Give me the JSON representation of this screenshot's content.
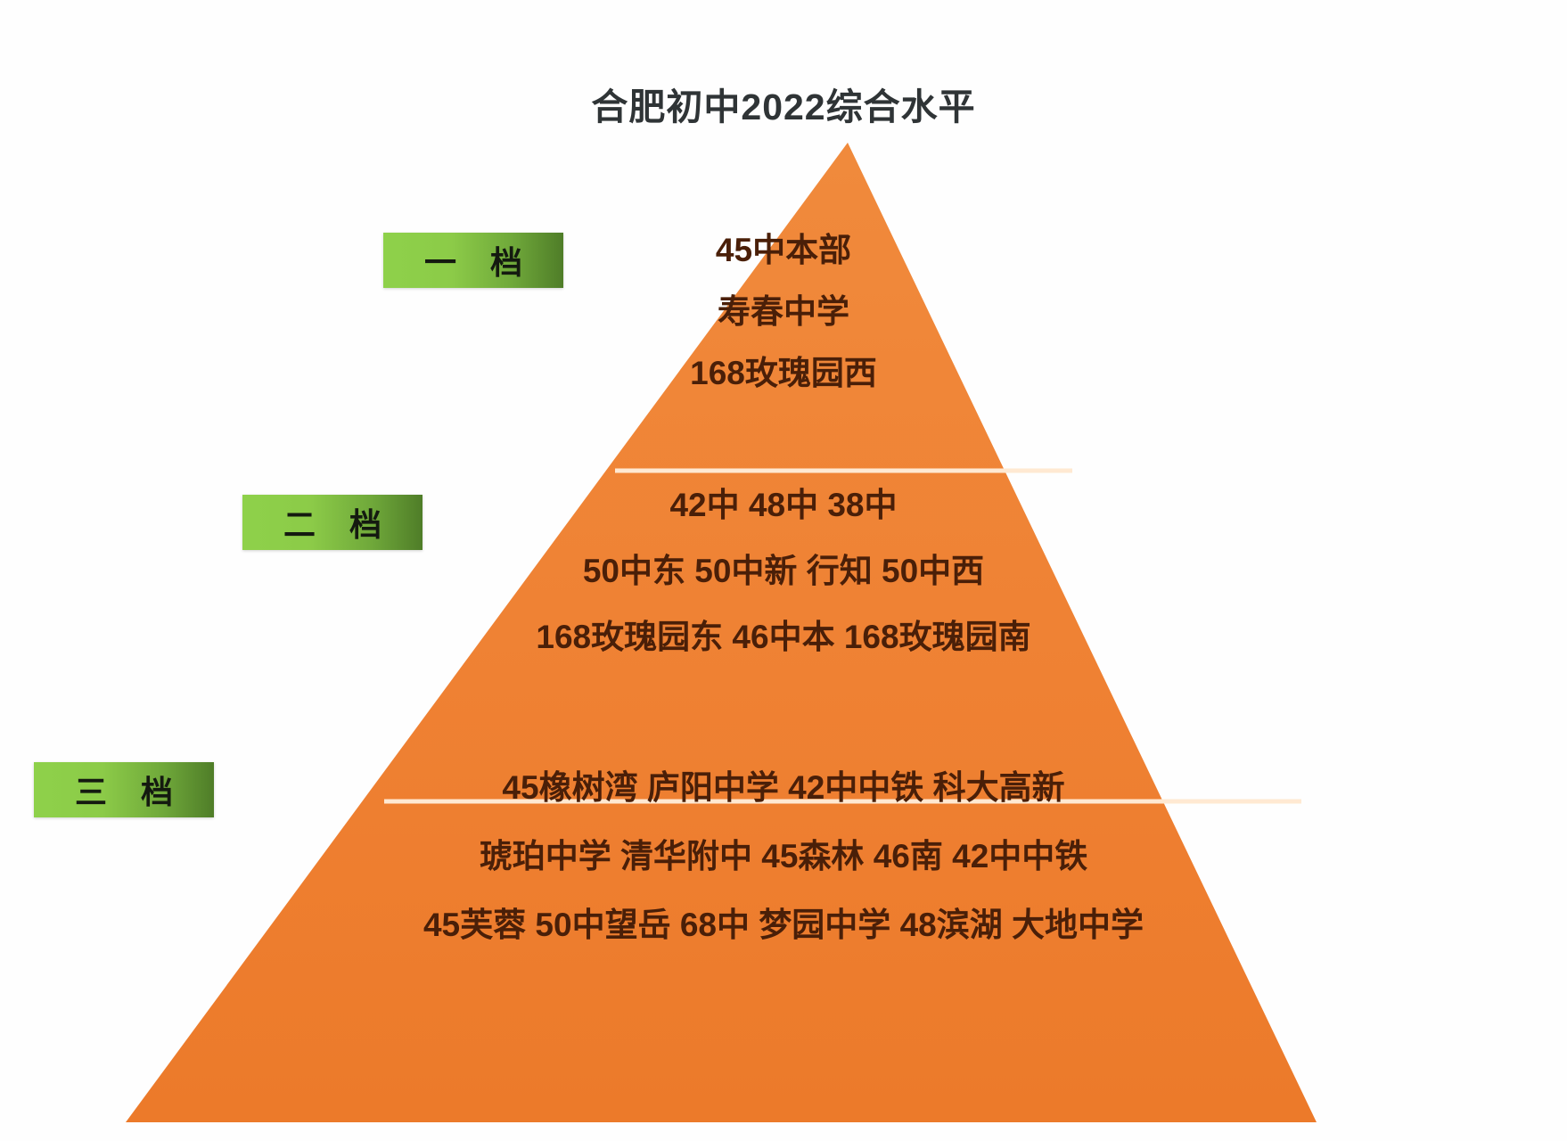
{
  "title": "合肥初中2022综合水平",
  "colors": {
    "pyramid_fill": "#ef8133",
    "pyramid_fill_dark": "#e97b2c",
    "divider": "#ffe9d2",
    "label_green_light": "#8ed14a",
    "label_green_dark": "#4f7d28",
    "text_dark": "#4a1f08",
    "title_color": "#2f3436",
    "background": "#ffffff"
  },
  "tiers": [
    {
      "label": "一 档",
      "rank": 1,
      "lines": [
        "45中本部",
        "寿春中学",
        "168玫瑰园西"
      ],
      "schools": [
        "45中本部",
        "寿春中学",
        "168玫瑰园西"
      ]
    },
    {
      "label": "二 档",
      "rank": 2,
      "lines": [
        "42中  48中  38中",
        "50中东  50中新  行知  50中西",
        "168玫瑰园东  46中本  168玫瑰园南"
      ],
      "schools": [
        "42中",
        "48中",
        "38中",
        "50中东",
        "50中新",
        "行知",
        "50中西",
        "168玫瑰园东",
        "46中本",
        "168玫瑰园南"
      ]
    },
    {
      "label": "三 档",
      "rank": 3,
      "lines": [
        "45橡树湾  庐阳中学  42中中铁  科大高新",
        "琥珀中学  清华附中  45森林  46南  42中中铁",
        "45芙蓉  50中望岳  68中  梦园中学  48滨湖  大地中学"
      ],
      "schools": [
        "45橡树湾",
        "庐阳中学",
        "42中中铁",
        "科大高新",
        "琥珀中学",
        "清华附中",
        "45森林",
        "46南",
        "42中中铁",
        "45芙蓉",
        "50中望岳",
        "68中",
        "梦园中学",
        "48滨湖",
        "大地中学"
      ]
    }
  ],
  "chart_data": {
    "type": "pyramid",
    "title": "合肥初中2022综合水平",
    "levels": [
      {
        "name": "一 档",
        "items": [
          "45中本部",
          "寿春中学",
          "168玫瑰园西"
        ],
        "count": 3
      },
      {
        "name": "二 档",
        "items": [
          "42中",
          "48中",
          "38中",
          "50中东",
          "50中新",
          "行知",
          "50中西",
          "168玫瑰园东",
          "46中本",
          "168玫瑰园南"
        ],
        "count": 10
      },
      {
        "name": "三 档",
        "items": [
          "45橡树湾",
          "庐阳中学",
          "42中中铁",
          "科大高新",
          "琥珀中学",
          "清华附中",
          "45森林",
          "46南",
          "42中中铁",
          "45芙蓉",
          "50中望岳",
          "68中",
          "梦园中学",
          "48滨湖",
          "大地中学"
        ],
        "count": 15
      }
    ]
  }
}
